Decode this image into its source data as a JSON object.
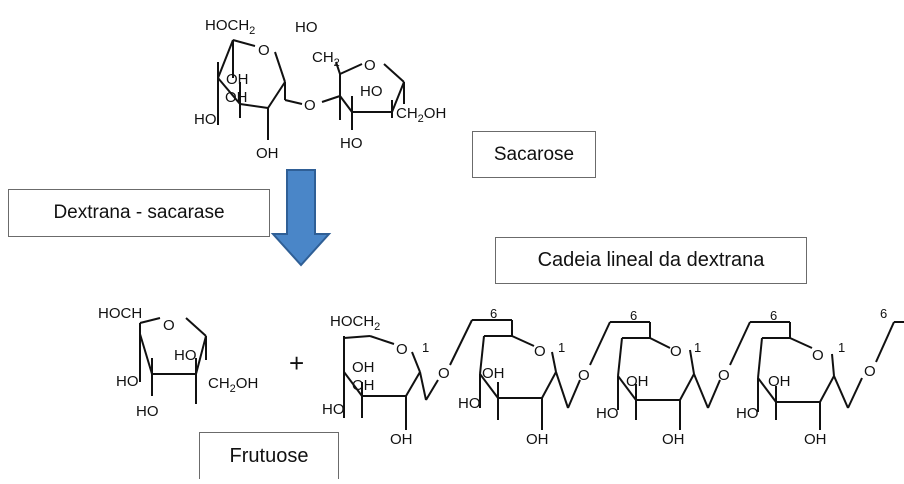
{
  "labels": {
    "sucrose_box": "Sacarose",
    "enzyme_box": "Dextrana - sacarase",
    "chain_box": "Cadeia lineal da dextrana",
    "fructose_box": "Frutuose"
  },
  "sucrose": {
    "glucose_ch2oh": "HOCH",
    "ch2oh_sub": "2",
    "oh": "OH",
    "ho": "HO",
    "ch2": "CH",
    "ch2_sub": "2",
    "o": "O",
    "ch2oh_right": "CH",
    "ch2oh_right_sub": "2",
    "ch2oh_right_tail": "OH"
  },
  "fructose": {
    "hoch": "HOCH",
    "o": "O",
    "ho": "HO",
    "ch2oh": "CH",
    "ch2oh_sub": "2",
    "ch2oh_tail": "OH"
  },
  "plus": "+",
  "chain": {
    "hoch2": "HOCH",
    "hoch2_sub": "2",
    "o": "O",
    "oh": "OH",
    "ho": "HO",
    "oh_trunc": "OH",
    "pos_1": "1",
    "pos_6": "6"
  },
  "colors": {
    "arrow_fill": "#4a86c8",
    "arrow_stroke": "#2f5f96",
    "line": "#111111"
  },
  "icons": {
    "reaction_arrow": "down-arrow-icon"
  }
}
